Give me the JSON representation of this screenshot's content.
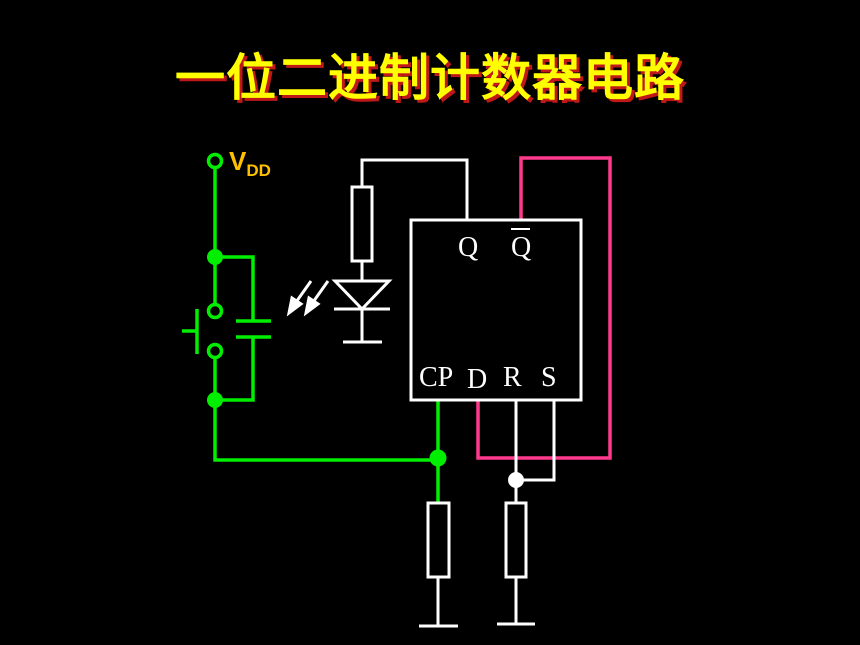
{
  "title": "一位二进制计数器电路",
  "supply": {
    "symbol": "V",
    "subscript": "DD"
  },
  "flipflop_pins": {
    "q": "Q",
    "q_bar": "Q",
    "cp": "CP",
    "d": "D",
    "r": "R",
    "s": "S"
  },
  "colors": {
    "background": "#000000",
    "title": "#ffff00",
    "title_shadow": "#c01818",
    "switch_net": "#00ee00",
    "feedback_net": "#ff3a8c",
    "wire": "#ffffff",
    "supply_label": "#ffc000"
  }
}
